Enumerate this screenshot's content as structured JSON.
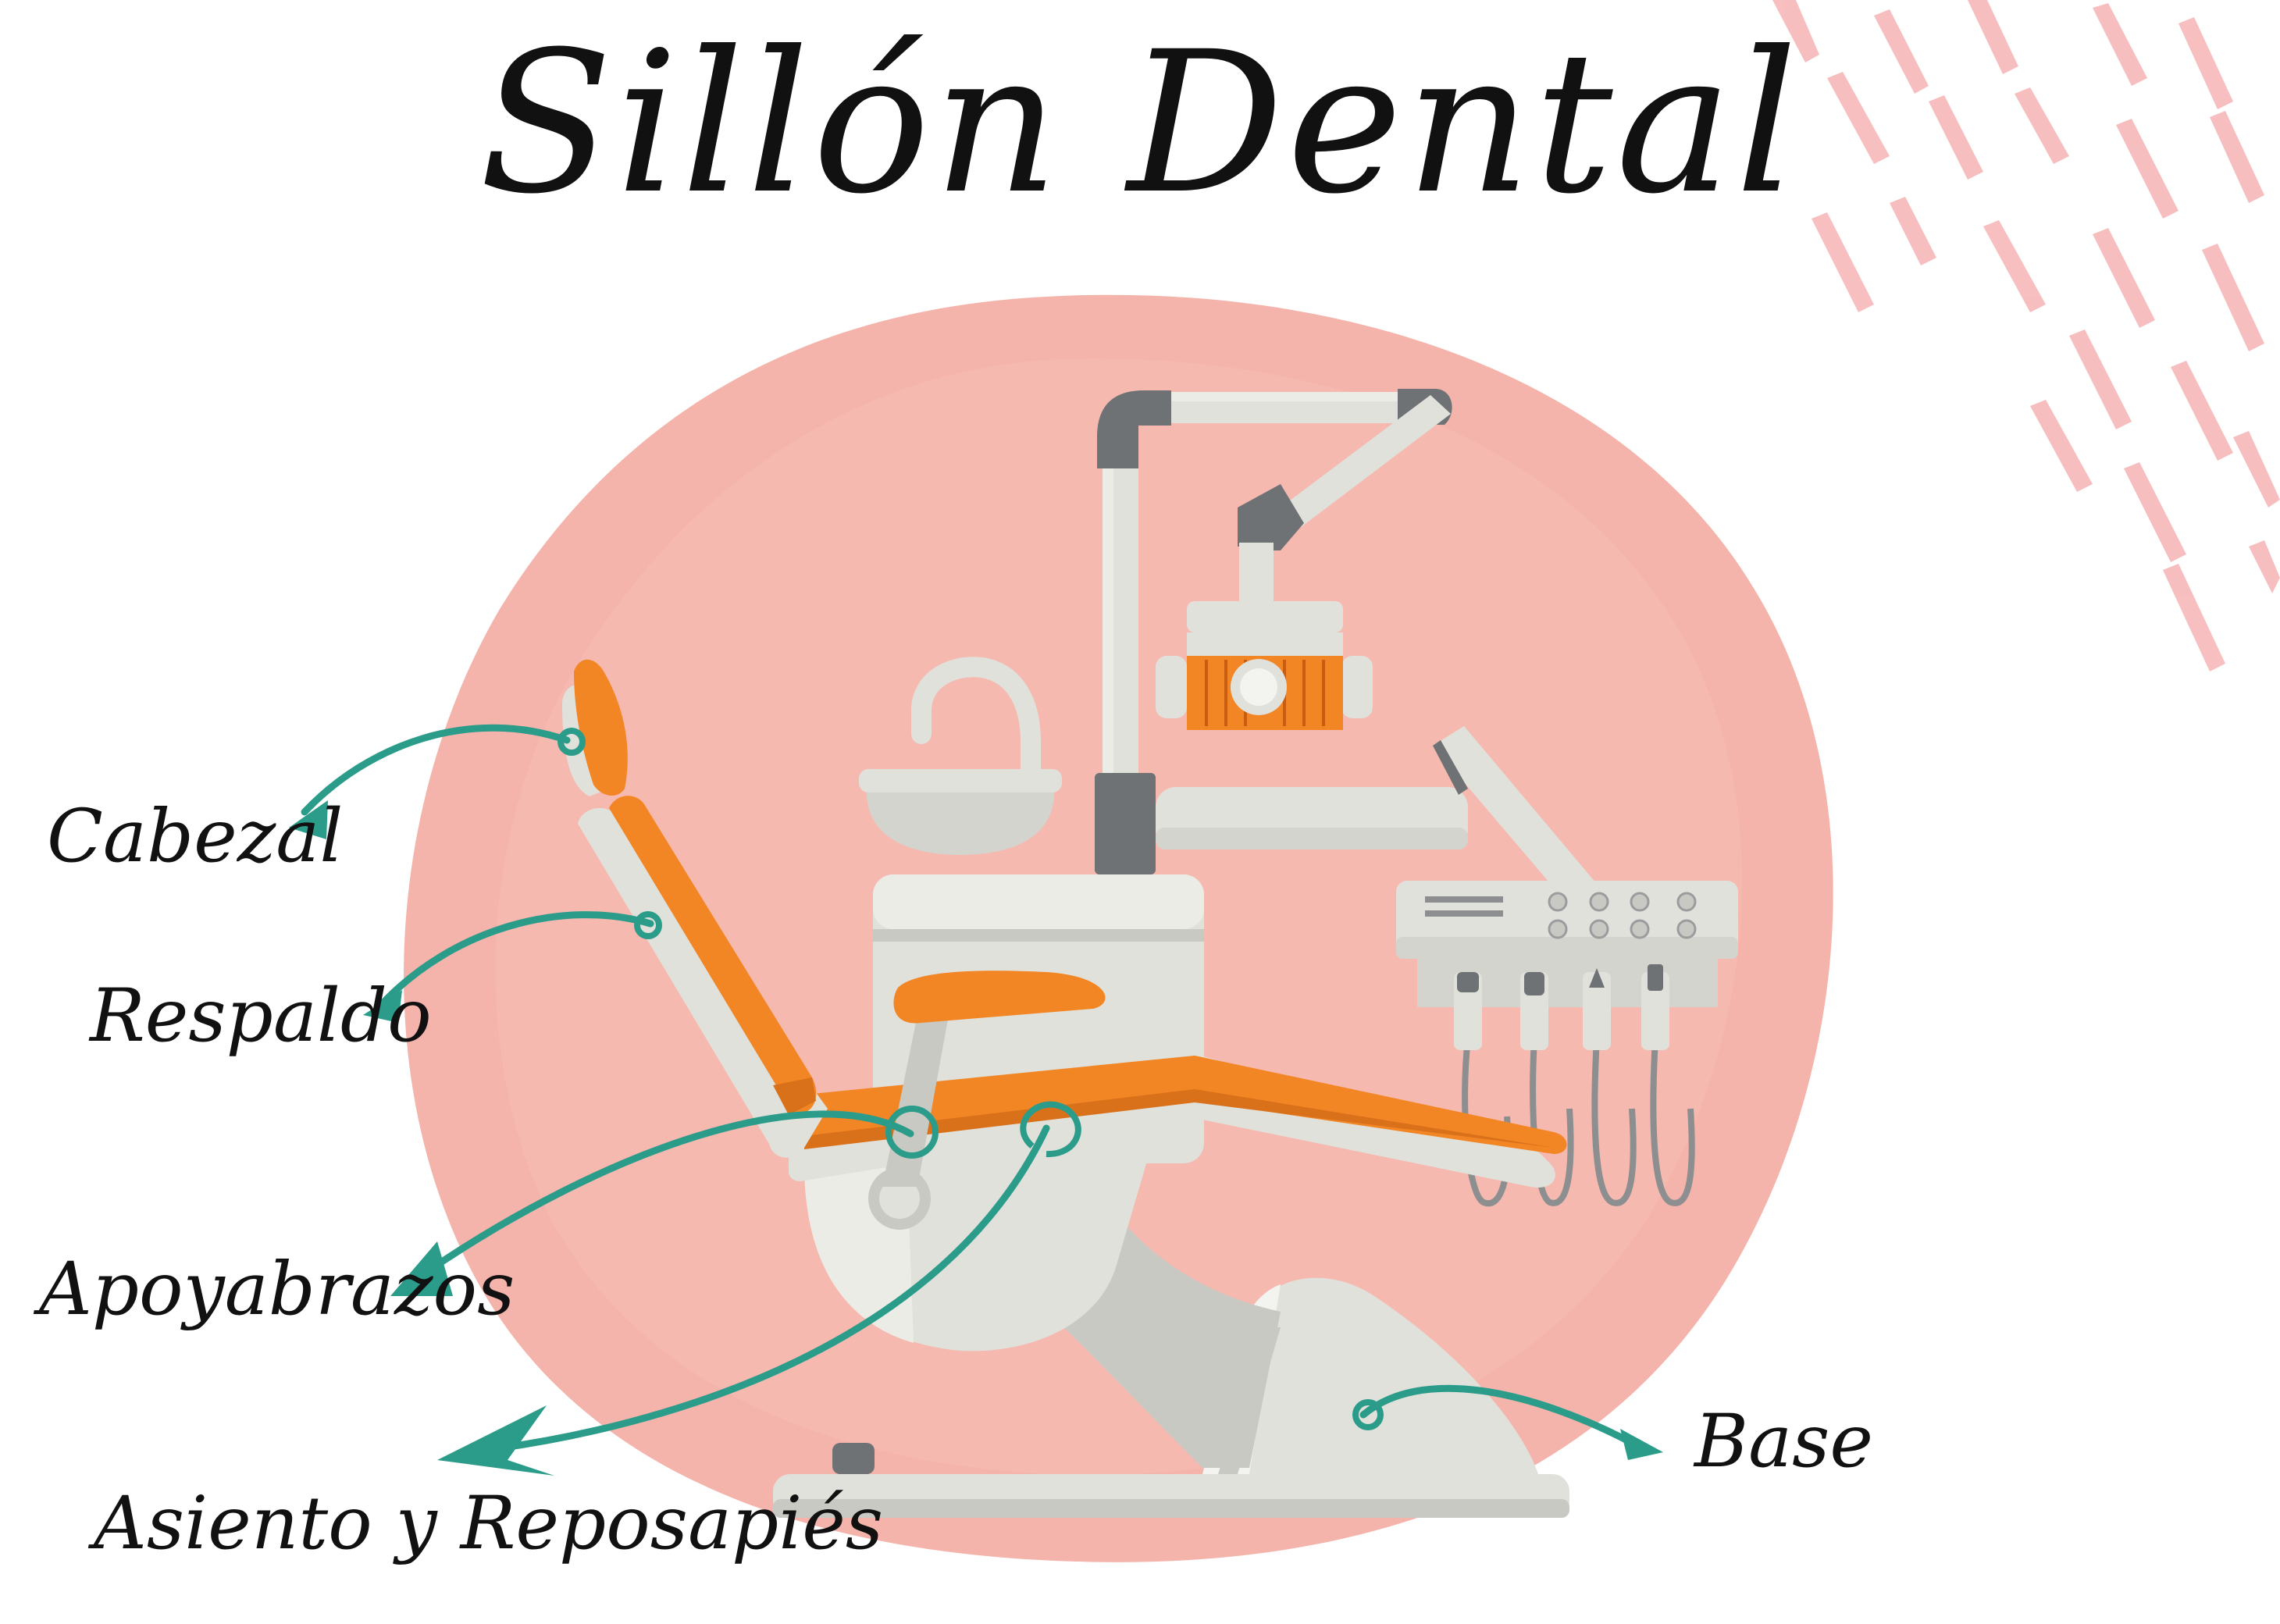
{
  "title": "Sillón Dental",
  "labels": {
    "cabezal": "Cabezal",
    "respaldo": "Respaldo",
    "apoyabrazos": "Apoyabrazos",
    "asiento": "Asiento y Reposapiés",
    "base": "Base"
  },
  "colors": {
    "background": "#ffffff",
    "blob": "#f4aea4",
    "orange": "#f28524",
    "grey_light": "#e1e1dc",
    "grey_mid": "#c9c9c3",
    "grey_dark": "#6f7274",
    "teal": "#2b9c8a",
    "accent_strokes": "#f6b8b8",
    "text": "#111111"
  }
}
